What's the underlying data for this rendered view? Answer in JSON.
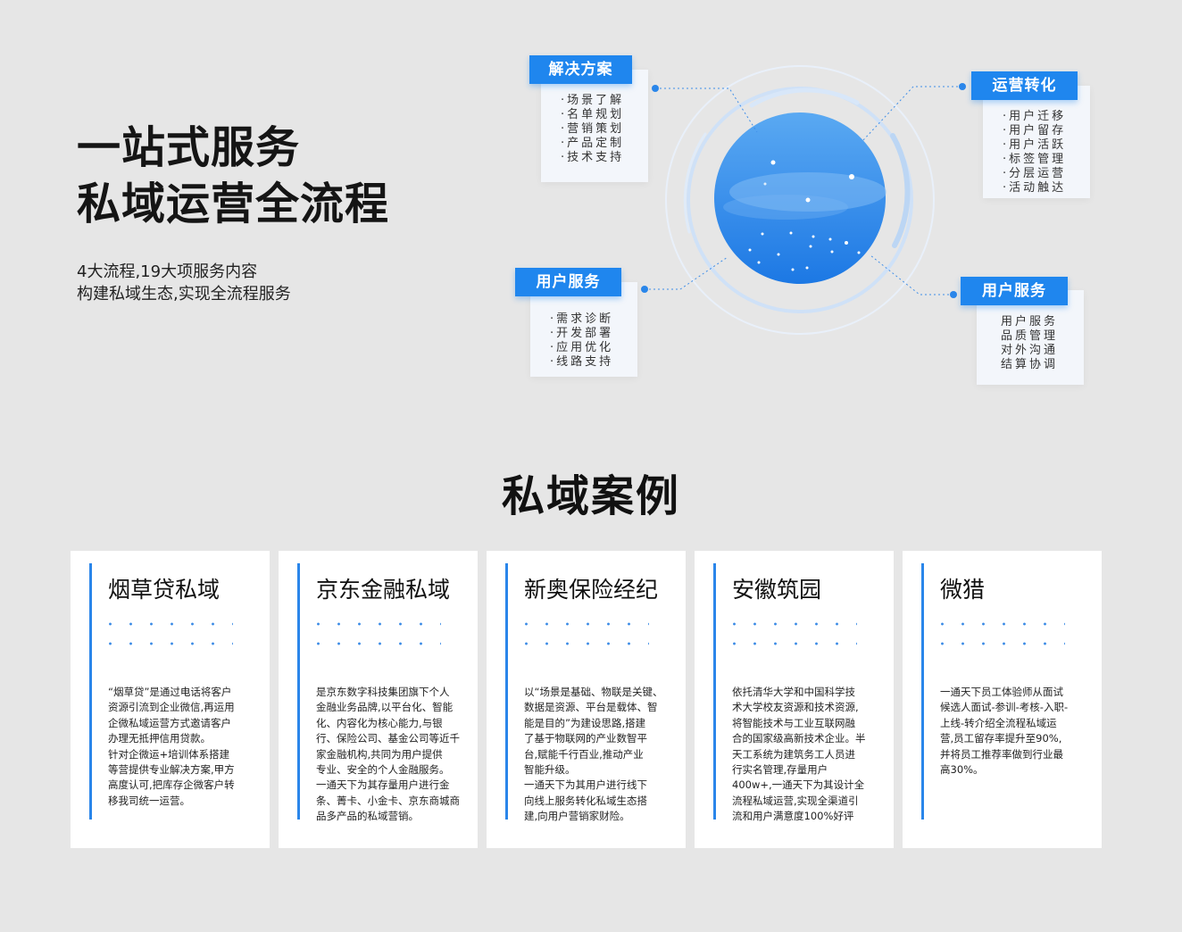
{
  "hero": {
    "title_line1": "一站式服务",
    "title_line2": "私域运营全流程",
    "subtitle_line1": "4大流程,19大项服务内容",
    "subtitle_line2": "构建私域生态,实现全流程服务"
  },
  "process_cards": [
    {
      "label": "解决方案",
      "items": [
        "·场景了解",
        "·名单规划",
        "·营销策划",
        "·产品定制",
        "·技术支持"
      ]
    },
    {
      "label": "运营转化",
      "items": [
        "·用户迁移",
        "·用户留存",
        "·用户活跃",
        "·标签管理",
        "·分层运营",
        "·活动触达"
      ]
    },
    {
      "label": "用户服务",
      "items": [
        "·需求诊断",
        "·开发部署",
        "·应用优化",
        "·线路支持"
      ]
    },
    {
      "label": "用户服务",
      "items": [
        "用户服务",
        "品质管理",
        "对外沟通",
        "结算协调"
      ]
    }
  ],
  "cases_heading": "私域案例",
  "cases": [
    {
      "title": "烟草贷私域",
      "description": "“烟草贷”是通过电话将客户\n资源引流到企业微信,再运用\n企微私域运营方式邀请客户\n办理无抵押信用贷款。\n针对企微运+培训体系搭建\n等营提供专业解决方案,甲方\n高度认可,把库存企微客户转\n移我司统一运营。"
    },
    {
      "title": "京东金融私域",
      "description": "是京东数字科技集团旗下个人\n金融业务品牌,以平台化、智能\n化、内容化为核心能力,与银\n行、保险公司、基金公司等近千\n家金融机构,共同为用户提供\n专业、安全的个人金融服务。\n一通天下为其存量用户进行金\n条、菁卡、小金卡、京东商城商\n品多产品的私域营销。"
    },
    {
      "title": "新奥保险经纪",
      "description": "以“场景是基础、物联是关键、\n数据是资源、平台是载体、智\n能是目的”为建设思路,搭建\n了基于物联网的产业数智平\n台,赋能千行百业,推动产业\n智能升级。\n一通天下为其用户进行线下\n向线上服务转化私域生态搭\n建,向用户营销家财险。"
    },
    {
      "title": "安徽筑园",
      "description": "依托清华大学和中国科学技\n术大学校友资源和技术资源,\n将智能技术与工业互联网融\n合的国家级高新技术企业。半\n天工系统为建筑务工人员进\n行实名管理,存量用户\n400w+,一通天下为其设计全\n流程私域运营,实现全渠道引\n流和用户满意度100%好评"
    },
    {
      "title": "微猎",
      "description": "一通天下员工体验师从面试\n候选人面试-参训-考核-入职-\n上线-转介绍全流程私域运\n营,员工留存率提升至90%,\n并将员工推荐率做到行业最\n高30%。"
    }
  ],
  "colors": {
    "accent": "#1f86ee",
    "sphere_light": "#56a6f1",
    "sphere_dark": "#1c78e4",
    "ring": "#c7dcf6",
    "page_bg": "#e6e6e6"
  }
}
